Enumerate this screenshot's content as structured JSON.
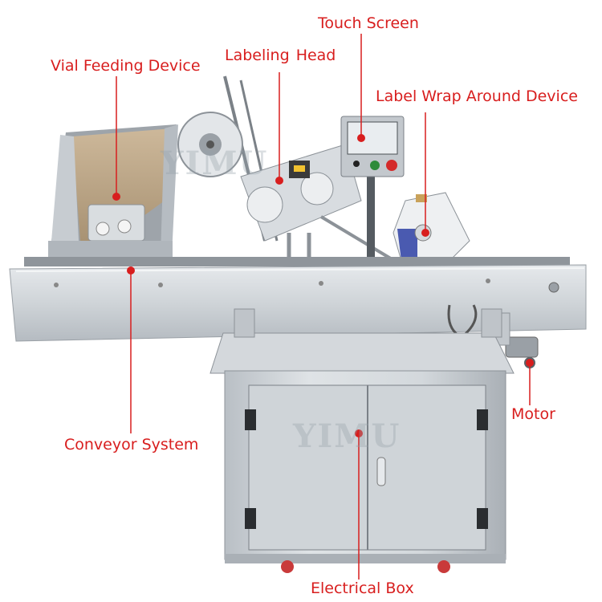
{
  "colors": {
    "label": "#d81e1e",
    "steel": "#c9ced3",
    "steel_dark": "#8c9298",
    "steel_light": "#e4e7ea",
    "hopper": "#bfa98a",
    "red_button": "#d42a2a",
    "green_button": "#2e8b3a"
  },
  "labels": {
    "touch_screen": "Touch Screen",
    "vial_feeding": "Vial Feeding Device",
    "labeling_head_a": "Labeling",
    "labeling_head_b": "Head",
    "label_wrap": "Label Wrap Around Device",
    "motor": "Motor",
    "conveyor": "Conveyor System",
    "electrical_box": "Electrical Box"
  },
  "watermark": "YIMU"
}
